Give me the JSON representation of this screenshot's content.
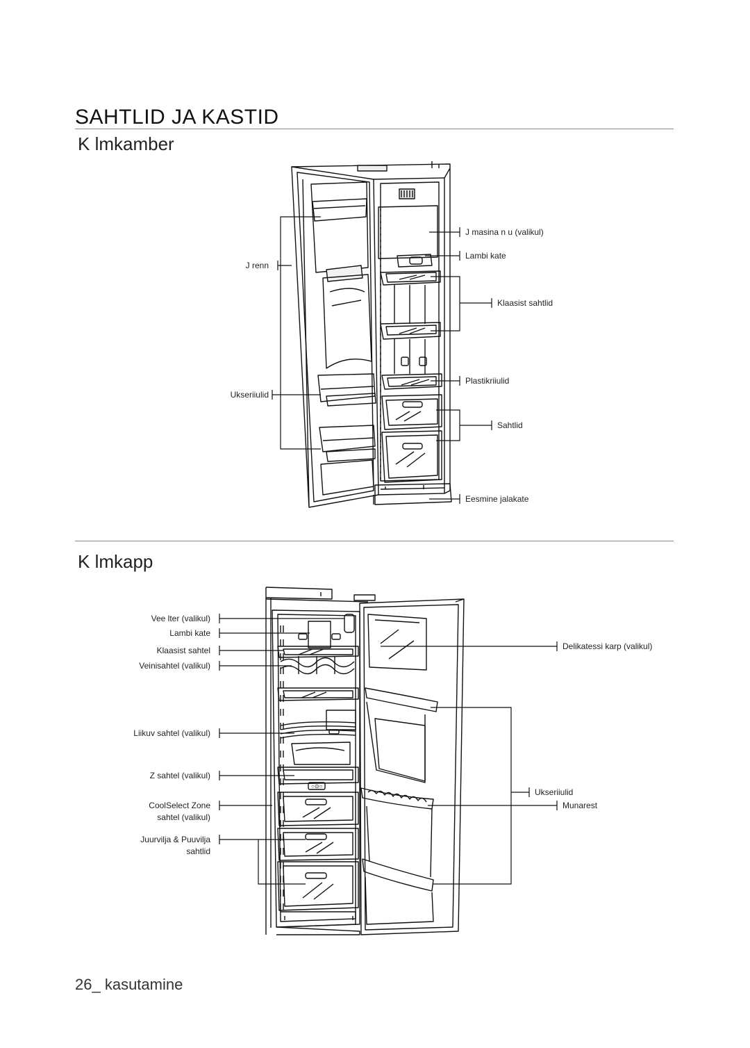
{
  "page": {
    "title": "SAHTLID JA KASTID",
    "footer_number": "26_",
    "footer_text": " kasutamine"
  },
  "freezer": {
    "title": "K lmkamber",
    "labels": {
      "ice_maker": "J masina n u (valikul)",
      "lamp_cover": "Lambi kate",
      "ice_chute": "J renn",
      "glass_shelves": "Klaasist sahtlid",
      "plastic_shelves": "Plastikriiulid",
      "door_shelves": "Ukseriiulid",
      "drawers": "Sahtlid",
      "front_leg_cover": "Eesmine jalakate"
    }
  },
  "fridge": {
    "title": "K lmkapp",
    "labels": {
      "water_filter": "Vee lter (valikul)",
      "lamp_cover": "Lambi kate",
      "glass_shelf": "Klaasist sahtel",
      "wine_shelf": "Veinisahtel (valikul)",
      "sliding_shelf": "Liikuv sahtel (valikul)",
      "z_shelf": "Z sahtel (valikul)",
      "coolselect_line1": "CoolSelect Zone",
      "coolselect_line2": "sahtel (valikul)",
      "vegetable_line1": "Juurvilja & Puuvilja",
      "vegetable_line2": "sahtlid",
      "deli_box": "Delikatessi karp (valikul)",
      "door_shelves": "Ukseriiulid",
      "egg_tray": "Munarest"
    }
  }
}
